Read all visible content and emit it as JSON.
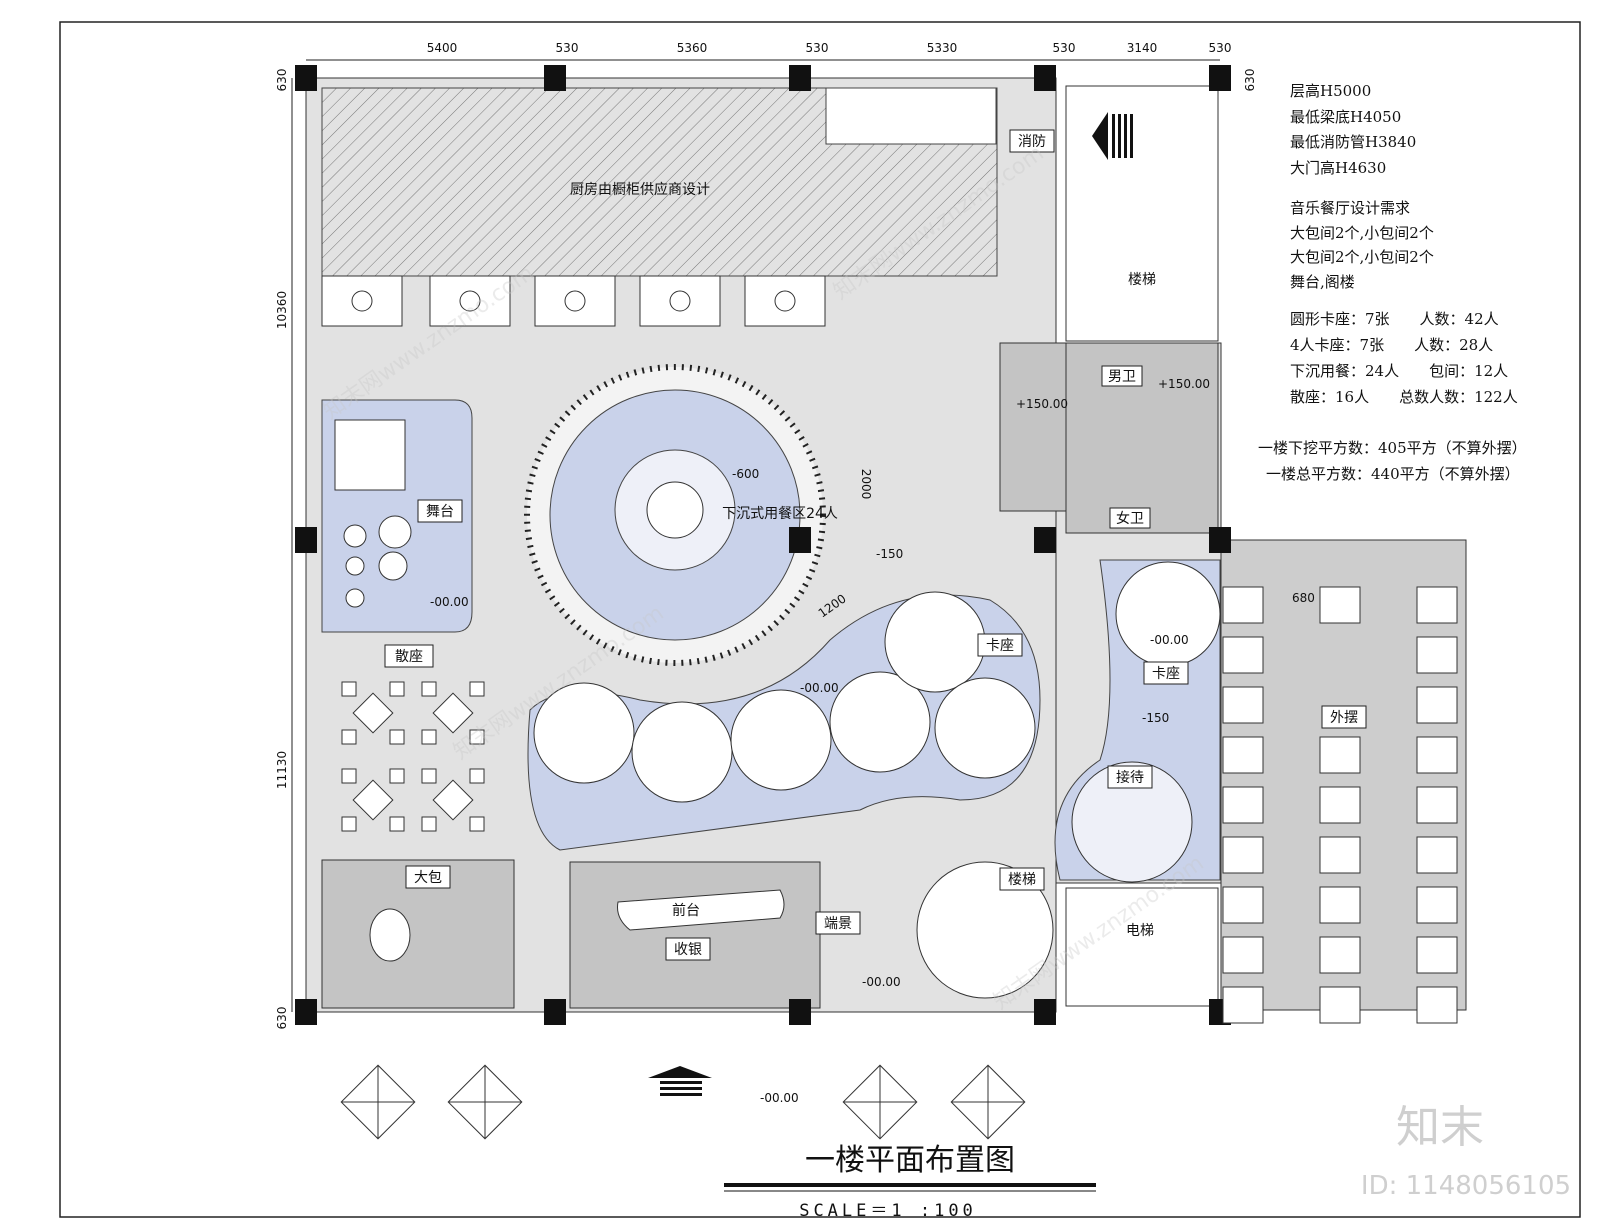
{
  "dimensions": {
    "top": [
      "5400",
      "530",
      "5360",
      "530",
      "5330",
      "530",
      "3140",
      "530"
    ],
    "left": [
      "630",
      "10360",
      "11130",
      "630"
    ],
    "right_top": "630"
  },
  "notes": [
    "层高H5000",
    "最低梁底H4050",
    "最低消防管H3840",
    "大门高H4630",
    "音乐餐厅设计需求",
    "大包间2个,小包间2个",
    "大包间2个,小包间2个",
    "舞台,阁楼",
    "圆形卡座：7张　　人数：42人",
    "4人卡座：7张　　人数：28人",
    "下沉用餐：24人　　包间：12人",
    "散座：16人　　总数人数：122人",
    "一楼下挖平方数：405平方（不算外摆）",
    "一楼总平方数：440平方（不算外摆）"
  ],
  "rooms": {
    "kitchen": "厨房由橱柜供应商设计",
    "fire": "消防",
    "stairs_top": "楼梯",
    "mens_wc": "男卫",
    "womens_wc": "女卫",
    "stage": "舞台",
    "loose_seating": "散座",
    "sunken_dining": "下沉式用餐区24人",
    "booth_1": "卡座",
    "booth_2": "卡座",
    "reception": "接待",
    "outdoor": "外摆",
    "elevator": "电梯",
    "stairs_bottom": "楼梯",
    "private_room": "大包",
    "front_desk": "前台",
    "cashier": "收银",
    "feature": "端景"
  },
  "levels": {
    "stage": "-00.00",
    "sunken": "-600",
    "sunken_width": "2000",
    "step": "-150",
    "ramp": "1200",
    "booth_area": "-00.00",
    "wc": "+150.00",
    "wc_left": "+150.00",
    "booth_right": "-00.00",
    "booth_right_step": "-150",
    "entry_garden": "-00.00",
    "exterior": "-00.00",
    "outdoor_spacing": "680"
  },
  "title": "一楼平面布置图",
  "scale": "SCALE＝1 :100",
  "watermark": {
    "brand": "知末",
    "id": "ID: 1148056105",
    "repeat": "知末网www.znzmo.com"
  }
}
